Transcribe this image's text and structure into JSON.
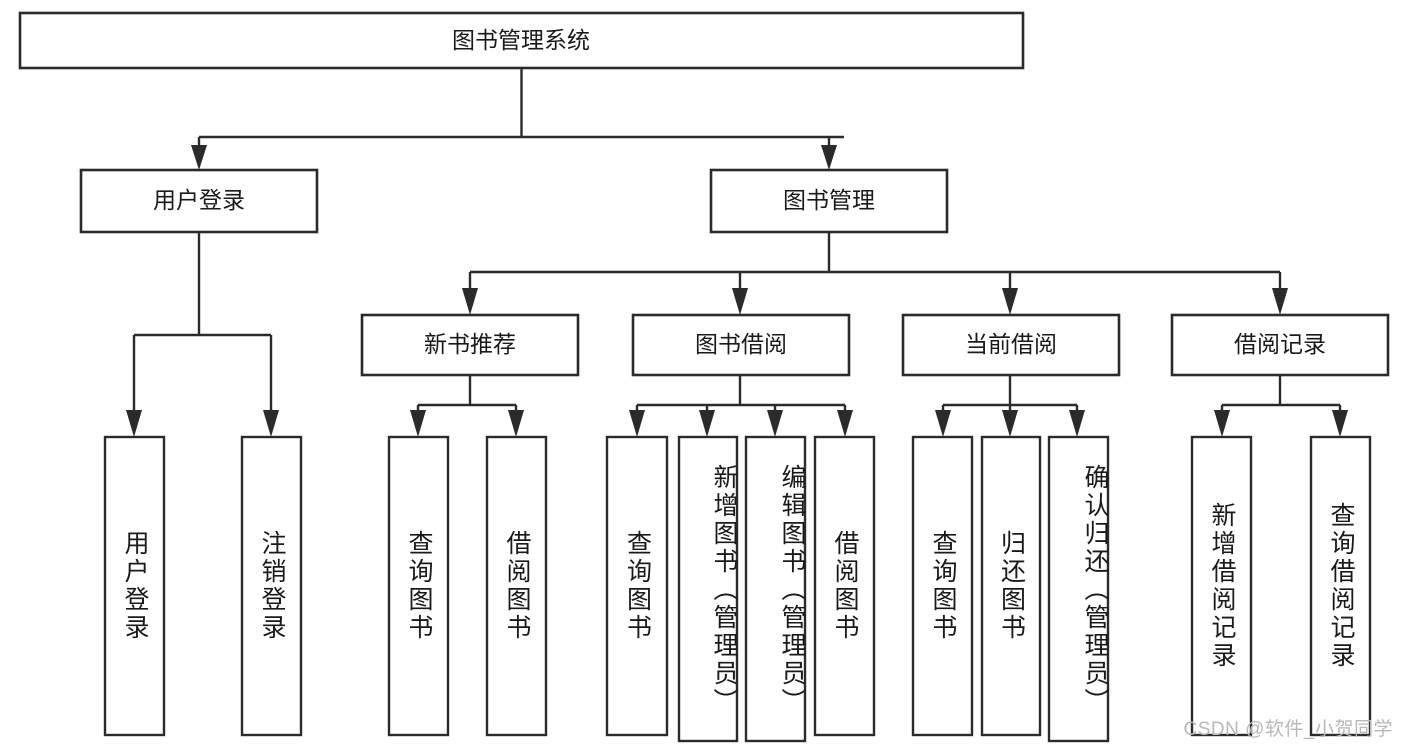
{
  "diagram": {
    "type": "tree-hierarchy-chart",
    "title": "图书管理系统",
    "watermark": "CSDN @软件_小贺同学",
    "line_color": "#2b2b2b",
    "box_fill": "#ffffff",
    "text_color": "#1a1a1a",
    "watermark_color": "#b8b8b8",
    "root": {
      "label": "图书管理系统"
    },
    "level2": [
      {
        "label": "用户登录"
      },
      {
        "label": "图书管理"
      }
    ],
    "level3": [
      {
        "label": "新书推荐"
      },
      {
        "label": "图书借阅"
      },
      {
        "label": "当前借阅"
      },
      {
        "label": "借阅记录"
      }
    ],
    "leaves": {
      "user_login": [
        {
          "label": "用户登录"
        },
        {
          "label": "注销登录"
        }
      ],
      "new_book_recommend": [
        {
          "label": "查询图书"
        },
        {
          "label": "借阅图书"
        }
      ],
      "book_borrow": [
        {
          "label": "查询图书"
        },
        {
          "label": "新增图书（管理员）"
        },
        {
          "label": "编辑图书（管理员）"
        },
        {
          "label": "借阅图书"
        }
      ],
      "current_borrow": [
        {
          "label": "查询图书"
        },
        {
          "label": "归还图书"
        },
        {
          "label": "确认归还（管理员）"
        }
      ],
      "borrow_record": [
        {
          "label": "新增借阅记录"
        },
        {
          "label": "查询借阅记录"
        }
      ]
    }
  }
}
